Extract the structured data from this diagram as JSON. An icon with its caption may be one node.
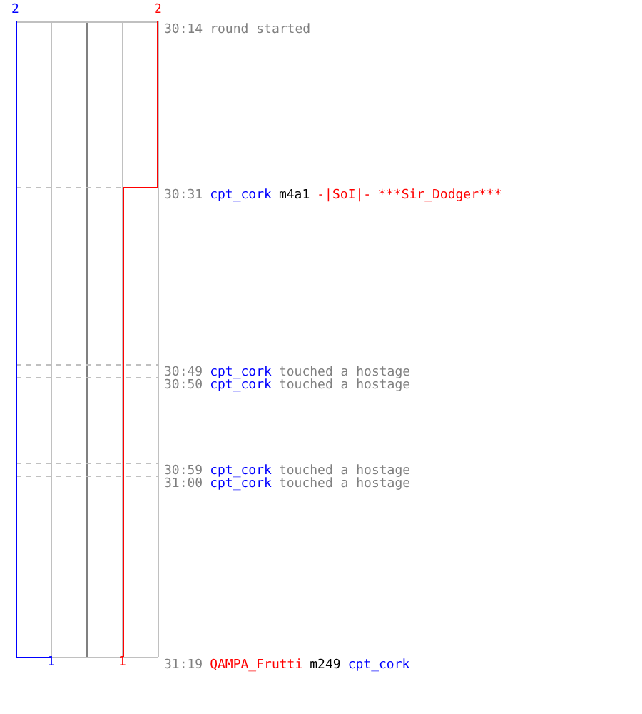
{
  "diagram": {
    "labels": [
      "2",
      "2",
      "30:14",
      "round started",
      "30:31",
      "cpt_cork",
      "m4a1",
      "-|SoI|-",
      "***Sir_Dodger***",
      "30:49",
      "cpt_cork",
      "touched a hostage",
      "30:50",
      "cpt_cork",
      "touched a hostage",
      "30:59",
      "cpt_cork",
      "touched a hostage",
      "31:00",
      "cpt_cork",
      "touched a hostage",
      "31:19",
      "QAMPA_Frutti",
      "m249",
      "cpt_cork",
      "1",
      "1"
    ]
  }
}
